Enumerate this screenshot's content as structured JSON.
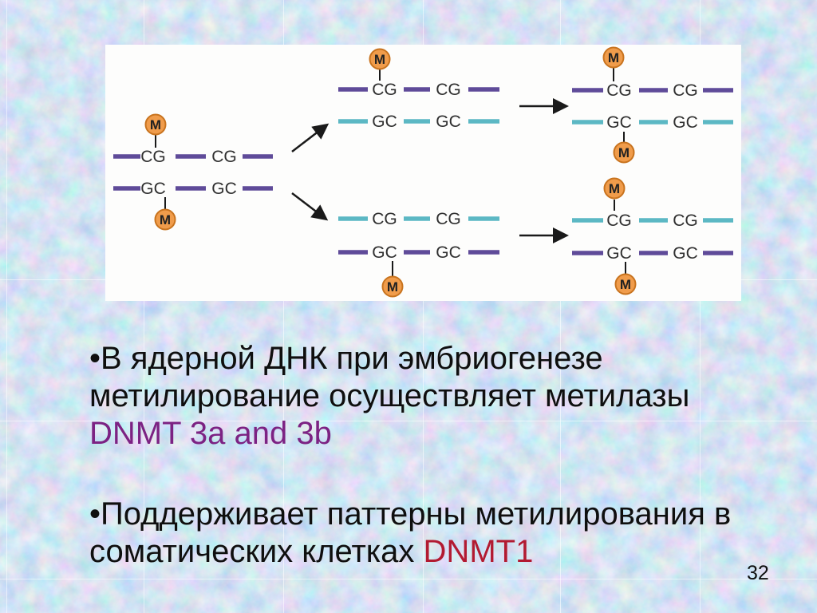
{
  "theme": {
    "bg-base": "#a9c4e4",
    "grid-line": "#ffffff",
    "panel-bg": "#fdfdfc",
    "text-black": "#0f0f0f",
    "accent-purple": "#7c2283",
    "accent-red": "#b21a31",
    "strand-purple": "#5f4b99",
    "strand-teal": "#5cb8c4",
    "m-fill": "#f09c4b",
    "m-stroke": "#c8731e",
    "diagram-text": "#2f2f2f",
    "arrow": "#1a1a1a"
  },
  "diagram": {
    "m_label": "M",
    "cg_label": "CG",
    "gc_label": "GC"
  },
  "text": {
    "p1_line1": "•В ядерной ДНК при эмбриогенезе",
    "p1_line2": "метилирование осуществляет метилазы",
    "p1_line3": "DNMT 3a and 3b",
    "p2_line1": "•Поддерживает паттерны метилирования в",
    "p2_line2a": "соматических клетках ",
    "p2_line2b": "DNMT1",
    "page_number": "32"
  }
}
